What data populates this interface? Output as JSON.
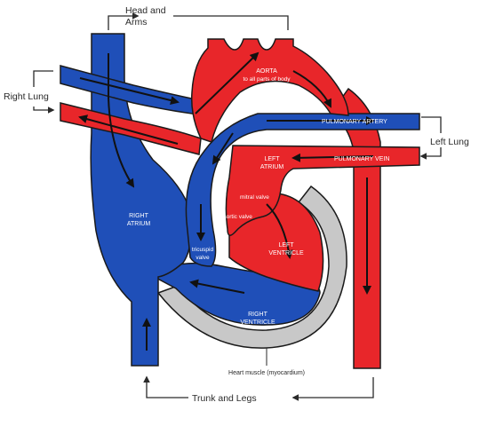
{
  "colors": {
    "oxygenated": "#e8262a",
    "deoxygenated": "#1f4fb8",
    "muscle": "#c8c8c8",
    "outline": "#1a1a1a",
    "label_light": "#ffffff",
    "label_dark": "#2a2a2a"
  },
  "labels": {
    "head_arms_1": "Head and",
    "head_arms_2": "Arms",
    "right_lung": "Right Lung",
    "left_lung": "Left Lung",
    "trunk_legs": "Trunk and Legs",
    "aorta_1": "AORTA",
    "aorta_2": "to all parts of body",
    "pulmonary_artery": "PULMONARY ARTERY",
    "pulmonary_vein": "PULMONARY VEIN",
    "left_atrium_1": "LEFT",
    "left_atrium_2": "ATRIUM",
    "right_atrium_1": "RIGHT",
    "right_atrium_2": "ATRIUM",
    "mitral_valve": "mitral valve",
    "aortic_valve": "aortic valve",
    "tricuspid_1": "tricuspid",
    "tricuspid_2": "valve",
    "left_ventricle_1": "LEFT",
    "left_ventricle_2": "VENTRICLE",
    "right_ventricle_1": "RIGHT",
    "right_ventricle_2": "VENTRICLE",
    "heart_muscle": "Heart muscle (myocardium)"
  },
  "icons": {
    "flow_arrow": "arrow-icon",
    "external_arrow": "curved-arrow-icon"
  }
}
